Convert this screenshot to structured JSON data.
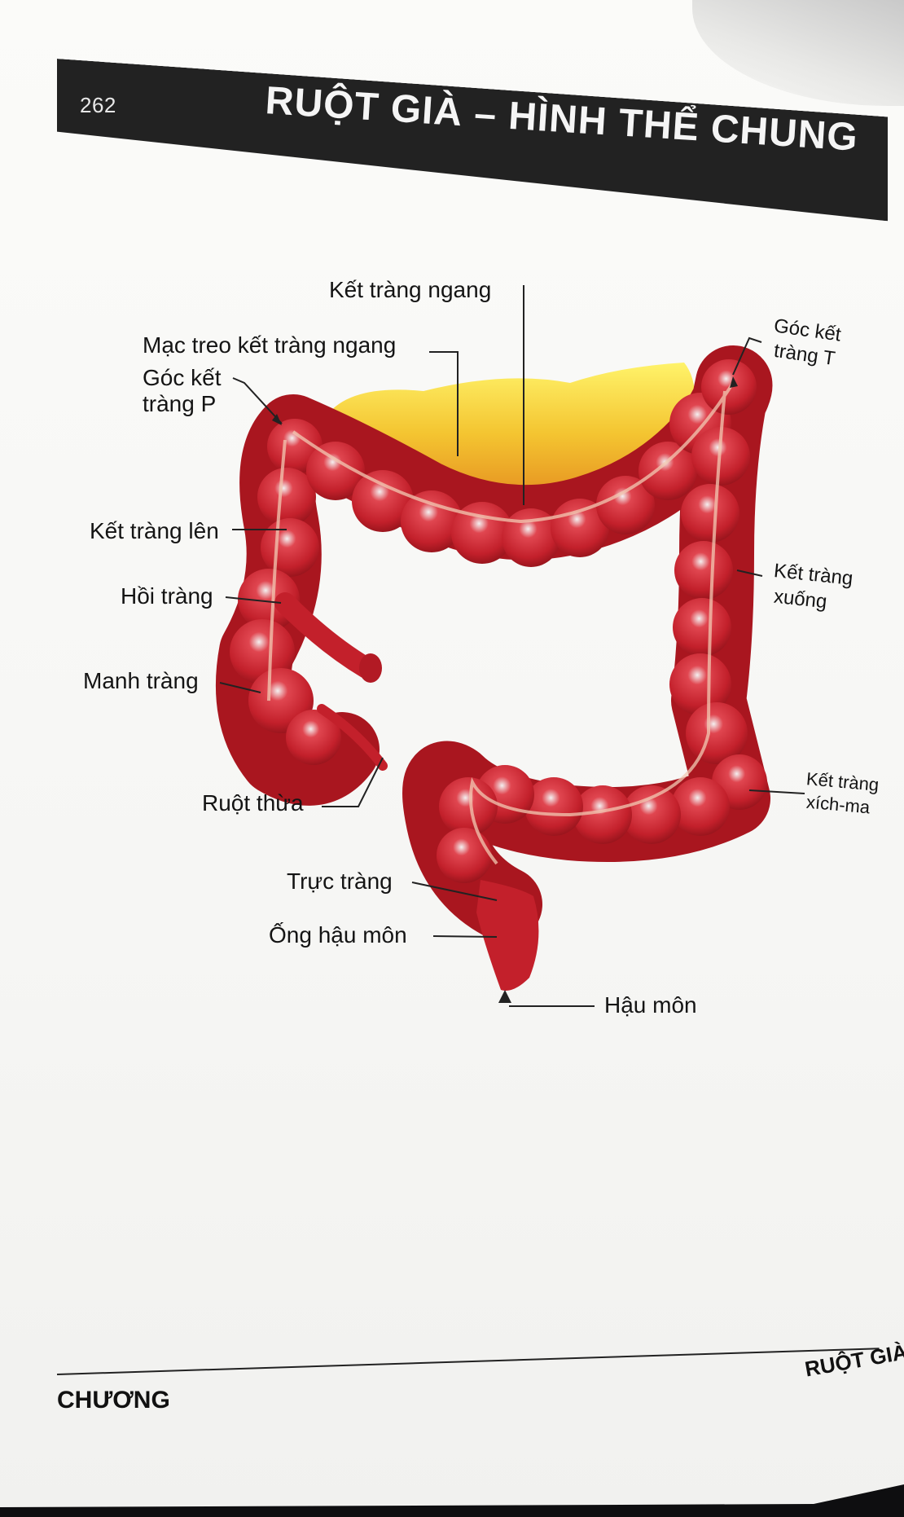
{
  "header": {
    "page_number": "262",
    "title": "RUỘT GIÀ – HÌNH THỂ CHUNG"
  },
  "labels": {
    "transverse_colon": "Kết tràng ngang",
    "transverse_mesocolon": "Mạc treo kết tràng ngang",
    "right_flexure_line1": "Góc kết",
    "right_flexure_line2": "tràng P",
    "left_flexure_line1": "Góc kết",
    "left_flexure_line2": "tràng T",
    "ascending_colon": "Kết tràng lên",
    "ileum": "Hồi tràng",
    "cecum": "Manh tràng",
    "appendix": "Ruột thừa",
    "descending_colon_line1": "Kết tràng",
    "descending_colon_line2": "xuống",
    "sigmoid_line1": "Kết tràng",
    "sigmoid_line2": "xích-ma",
    "rectum": "Trực tràng",
    "anal_canal": "Ống hậu môn",
    "anus": "Hậu môn"
  },
  "footer": {
    "left": "CHƯƠNG",
    "right": "RUỘT GIÀ"
  },
  "colors": {
    "colon_red": "#c3202b",
    "colon_dark": "#8e1219",
    "mesocolon_yellow": "#f4c531",
    "header_band": "#222222"
  }
}
